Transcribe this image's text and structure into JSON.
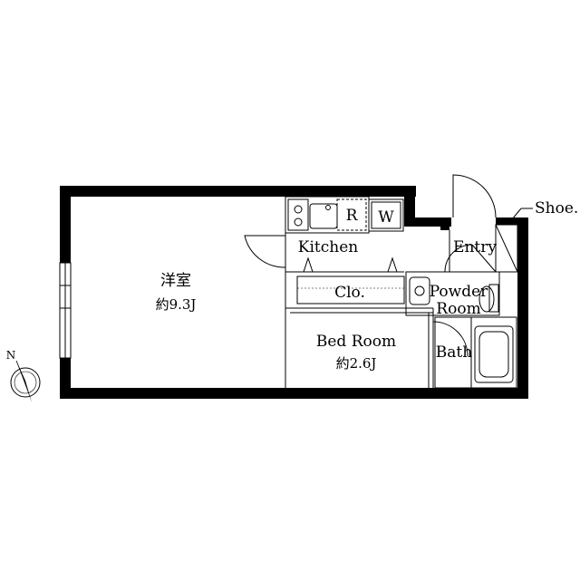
{
  "rooms": {
    "western": {
      "name": "洋室",
      "area": "約9.3J"
    },
    "kitchen": {
      "name": "Kitchen"
    },
    "bedroom": {
      "name": "Bed Room",
      "area": "約2.6J"
    },
    "closet": {
      "name": "Clo."
    },
    "entry": {
      "name": "Entry"
    },
    "powder": {
      "line1": "Powder",
      "line2": "Room"
    },
    "bath": {
      "name": "Bath"
    },
    "shoe": {
      "name": "Shoe."
    }
  },
  "appliances": {
    "refrigerator": "R",
    "washer": "W"
  },
  "compass": {
    "label": "N"
  }
}
